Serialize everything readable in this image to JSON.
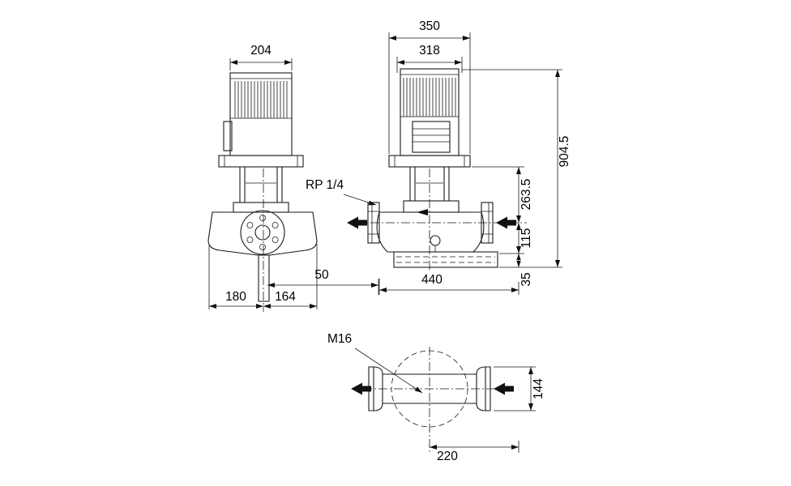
{
  "views": {
    "front": {
      "width_top": "204",
      "foot_left": "180",
      "foot_right": "164"
    },
    "side": {
      "width_outer": "350",
      "width_inner": "318",
      "height_total": "904.5",
      "flange_to_port_axis": "263.5",
      "port_axis_to_base": "115",
      "base_thickness": "35",
      "base_length": "440",
      "port_offset": "50",
      "drain_port": "RP 1/4"
    },
    "bottom": {
      "bolt_size": "M16",
      "port_height": "144",
      "center_to_edge": "220"
    }
  }
}
